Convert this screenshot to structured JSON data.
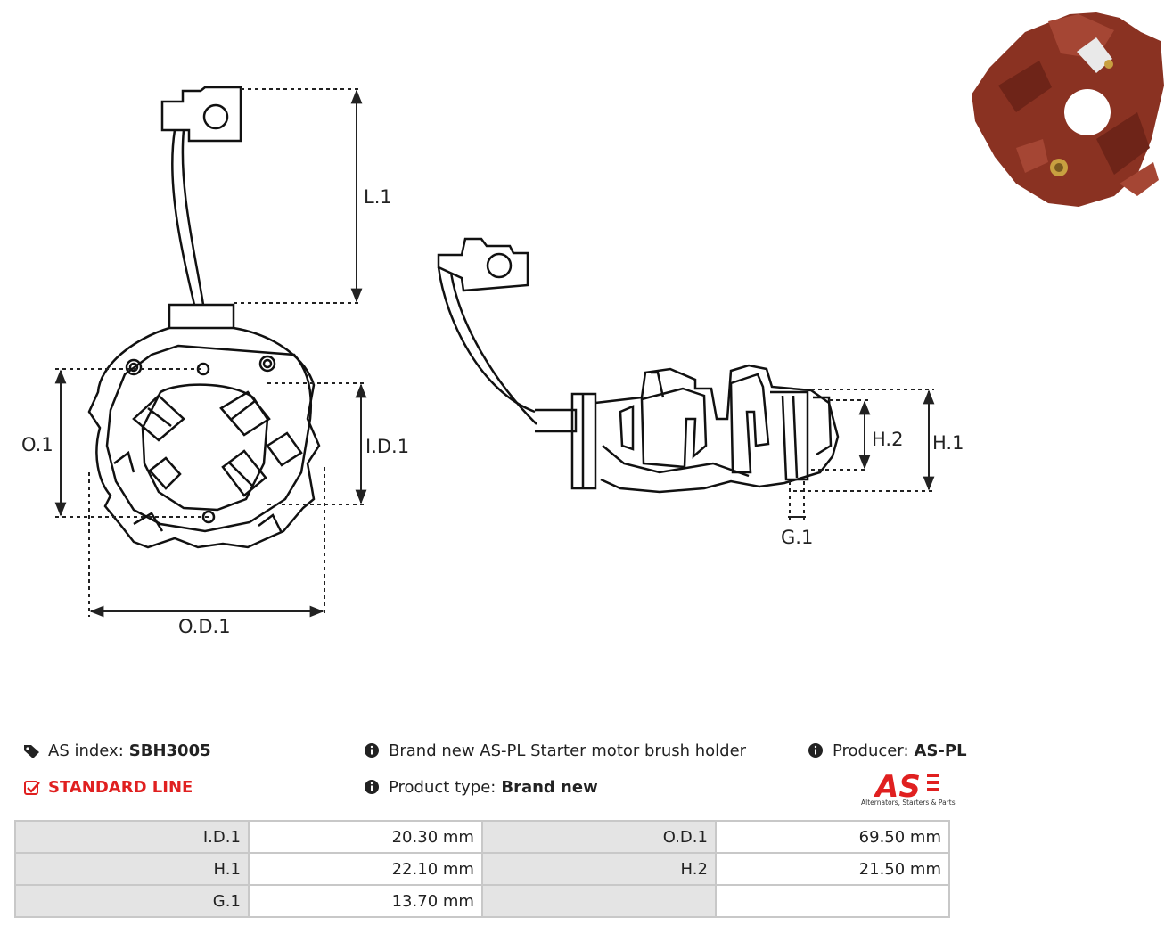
{
  "dimensions": {
    "l1": "L.1",
    "o1": "O.1",
    "id1": "I.D.1",
    "od1": "O.D.1",
    "h1": "H.1",
    "h2": "H.2",
    "g1": "G.1"
  },
  "info": {
    "as_index_label": "AS index:",
    "as_index_value": "SBH3005",
    "line_label": "STANDARD LINE",
    "description": "Brand new AS-PL Starter motor brush holder",
    "product_type_label": "Product type:",
    "product_type_value": "Brand new",
    "producer_label": "Producer:",
    "producer_value": "AS-PL"
  },
  "logo": {
    "brand": "AS",
    "tagline": "Alternators, Starters & Parts",
    "color": "#e02020"
  },
  "specs": {
    "rows": [
      {
        "label1": "I.D.1",
        "value1": "20.30 mm",
        "label2": "O.D.1",
        "value2": "69.50 mm"
      },
      {
        "label1": "H.1",
        "value1": "22.10 mm",
        "label2": "H.2",
        "value2": "21.50 mm"
      },
      {
        "label1": "G.1",
        "value1": "13.70 mm",
        "label2": "",
        "value2": ""
      }
    ]
  },
  "colors": {
    "accent": "#e02020",
    "part": "#8a3222",
    "header_cell": "#e4e4e4",
    "border": "#c8c8c8"
  }
}
